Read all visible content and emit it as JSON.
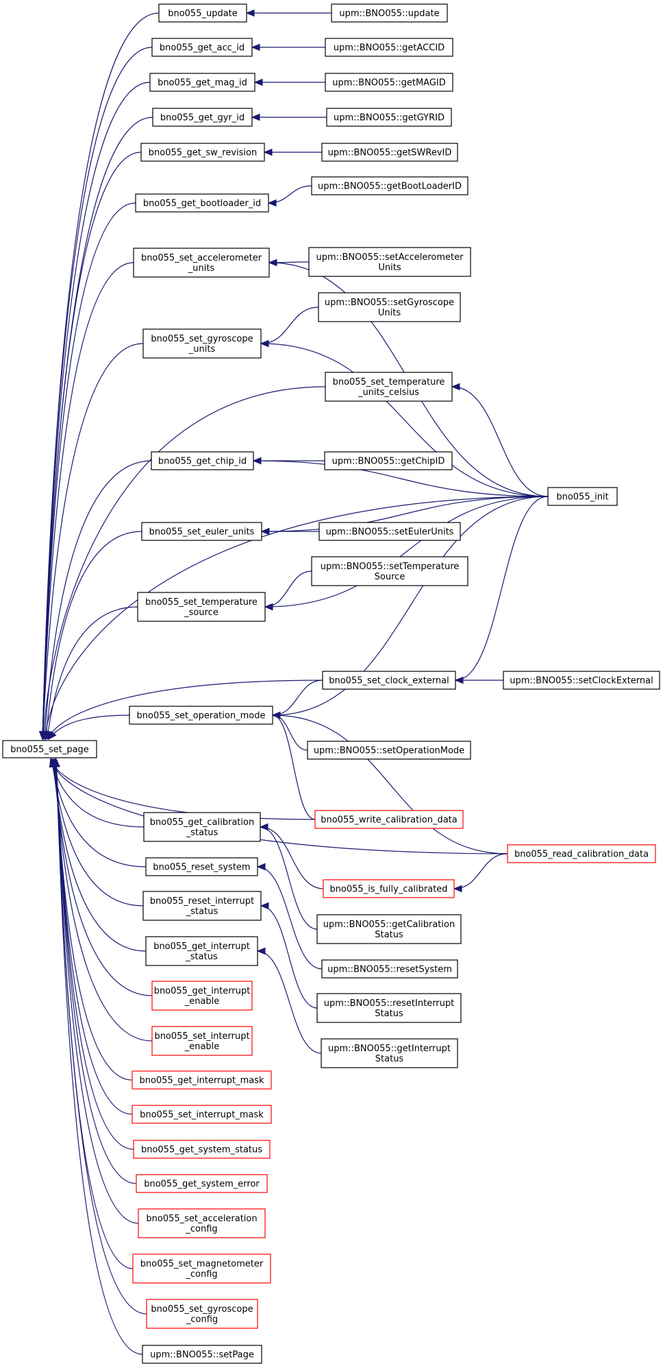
{
  "colors": {
    "edge": "#191970",
    "border_default": "#000000",
    "border_incomplete": "#ff0000",
    "root_fill": "#bfbfbf",
    "text": "#000000"
  },
  "nodes": [
    {
      "id": "set_page",
      "lines": [
        "bno055_set_page"
      ],
      "style": "root"
    },
    {
      "id": "update",
      "lines": [
        "bno055_update"
      ],
      "style": "default"
    },
    {
      "id": "upm_update",
      "lines": [
        "upm::BNO055::update"
      ],
      "style": "default"
    },
    {
      "id": "get_acc_id",
      "lines": [
        "bno055_get_acc_id"
      ],
      "style": "default"
    },
    {
      "id": "upm_getACCID",
      "lines": [
        "upm::BNO055::getACCID"
      ],
      "style": "default"
    },
    {
      "id": "get_mag_id",
      "lines": [
        "bno055_get_mag_id"
      ],
      "style": "default"
    },
    {
      "id": "upm_getMAGID",
      "lines": [
        "upm::BNO055::getMAGID"
      ],
      "style": "default"
    },
    {
      "id": "get_gyr_id",
      "lines": [
        "bno055_get_gyr_id"
      ],
      "style": "default"
    },
    {
      "id": "upm_getGYRID",
      "lines": [
        "upm::BNO055::getGYRID"
      ],
      "style": "default"
    },
    {
      "id": "get_sw_revision",
      "lines": [
        "bno055_get_sw_revision"
      ],
      "style": "default"
    },
    {
      "id": "upm_getSWRevID",
      "lines": [
        "upm::BNO055::getSWRevID"
      ],
      "style": "default"
    },
    {
      "id": "get_bootloader_id",
      "lines": [
        "bno055_get_bootloader_id"
      ],
      "style": "default"
    },
    {
      "id": "upm_getBootLoaderID",
      "lines": [
        "upm::BNO055::getBootLoaderID"
      ],
      "style": "default"
    },
    {
      "id": "set_acc_units",
      "lines": [
        "bno055_set_accelerometer",
        "_units"
      ],
      "style": "default"
    },
    {
      "id": "upm_setAccUnits",
      "lines": [
        "upm::BNO055::setAccelerometer",
        "Units"
      ],
      "style": "default"
    },
    {
      "id": "upm_setGyroUnits",
      "lines": [
        "upm::BNO055::setGyroscope",
        "Units"
      ],
      "style": "default"
    },
    {
      "id": "set_gyro_units",
      "lines": [
        "bno055_set_gyroscope",
        "_units"
      ],
      "style": "default"
    },
    {
      "id": "set_temp_celsius",
      "lines": [
        "bno055_set_temperature",
        "_units_celsius"
      ],
      "style": "default"
    },
    {
      "id": "get_chip_id",
      "lines": [
        "bno055_get_chip_id"
      ],
      "style": "default"
    },
    {
      "id": "upm_getChipID",
      "lines": [
        "upm::BNO055::getChipID"
      ],
      "style": "default"
    },
    {
      "id": "init",
      "lines": [
        "bno055_init"
      ],
      "style": "default"
    },
    {
      "id": "set_euler_units",
      "lines": [
        "bno055_set_euler_units"
      ],
      "style": "default"
    },
    {
      "id": "upm_setEulerUnits",
      "lines": [
        "upm::BNO055::setEulerUnits"
      ],
      "style": "default"
    },
    {
      "id": "upm_setTempSource",
      "lines": [
        "upm::BNO055::setTemperature",
        "Source"
      ],
      "style": "default"
    },
    {
      "id": "set_temp_source",
      "lines": [
        "bno055_set_temperature",
        "_source"
      ],
      "style": "default"
    },
    {
      "id": "set_clock_external",
      "lines": [
        "bno055_set_clock_external"
      ],
      "style": "default"
    },
    {
      "id": "upm_setClockExternal",
      "lines": [
        "upm::BNO055::setClockExternal"
      ],
      "style": "default"
    },
    {
      "id": "set_operation_mode",
      "lines": [
        "bno055_set_operation_mode"
      ],
      "style": "default"
    },
    {
      "id": "upm_setOperationMode",
      "lines": [
        "upm::BNO055::setOperationMode"
      ],
      "style": "default"
    },
    {
      "id": "write_calib",
      "lines": [
        "bno055_write_calibration_data"
      ],
      "style": "incomplete"
    },
    {
      "id": "read_calib",
      "lines": [
        "bno055_read_calibration_data"
      ],
      "style": "incomplete"
    },
    {
      "id": "get_calib_status",
      "lines": [
        "bno055_get_calibration",
        "_status"
      ],
      "style": "default"
    },
    {
      "id": "is_fully_calib",
      "lines": [
        "bno055_is_fully_calibrated"
      ],
      "style": "incomplete"
    },
    {
      "id": "reset_system",
      "lines": [
        "bno055_reset_system"
      ],
      "style": "default"
    },
    {
      "id": "upm_getCalibStatus",
      "lines": [
        "upm::BNO055::getCalibration",
        "Status"
      ],
      "style": "default"
    },
    {
      "id": "reset_int_status",
      "lines": [
        "bno055_reset_interrupt",
        "_status"
      ],
      "style": "default"
    },
    {
      "id": "upm_resetSystem",
      "lines": [
        "upm::BNO055::resetSystem"
      ],
      "style": "default"
    },
    {
      "id": "get_int_status",
      "lines": [
        "bno055_get_interrupt",
        "_status"
      ],
      "style": "default"
    },
    {
      "id": "upm_resetIntStatus",
      "lines": [
        "upm::BNO055::resetInterrupt",
        "Status"
      ],
      "style": "default"
    },
    {
      "id": "get_int_enable",
      "lines": [
        "bno055_get_interrupt",
        "_enable"
      ],
      "style": "incomplete"
    },
    {
      "id": "upm_getIntStatus",
      "lines": [
        "upm::BNO055::getInterrupt",
        "Status"
      ],
      "style": "default"
    },
    {
      "id": "set_int_enable",
      "lines": [
        "bno055_set_interrupt",
        "_enable"
      ],
      "style": "incomplete"
    },
    {
      "id": "get_int_mask",
      "lines": [
        "bno055_get_interrupt_mask"
      ],
      "style": "incomplete"
    },
    {
      "id": "set_int_mask",
      "lines": [
        "bno055_set_interrupt_mask"
      ],
      "style": "incomplete"
    },
    {
      "id": "get_sys_status",
      "lines": [
        "bno055_get_system_status"
      ],
      "style": "incomplete"
    },
    {
      "id": "get_sys_error",
      "lines": [
        "bno055_get_system_error"
      ],
      "style": "incomplete"
    },
    {
      "id": "set_accel_config",
      "lines": [
        "bno055_set_acceleration",
        "_config"
      ],
      "style": "incomplete"
    },
    {
      "id": "set_mag_config",
      "lines": [
        "bno055_set_magnetometer",
        "_config"
      ],
      "style": "incomplete"
    },
    {
      "id": "set_gyro_config",
      "lines": [
        "bno055_set_gyroscope",
        "_config"
      ],
      "style": "incomplete"
    },
    {
      "id": "upm_setPage",
      "lines": [
        "upm::BNO055::setPage"
      ],
      "style": "default"
    }
  ],
  "edges": [
    {
      "from": "update",
      "to": "set_page"
    },
    {
      "from": "get_acc_id",
      "to": "set_page"
    },
    {
      "from": "get_mag_id",
      "to": "set_page"
    },
    {
      "from": "get_gyr_id",
      "to": "set_page"
    },
    {
      "from": "get_sw_revision",
      "to": "set_page"
    },
    {
      "from": "get_bootloader_id",
      "to": "set_page"
    },
    {
      "from": "set_acc_units",
      "to": "set_page"
    },
    {
      "from": "set_gyro_units",
      "to": "set_page"
    },
    {
      "from": "set_temp_celsius",
      "to": "set_page"
    },
    {
      "from": "get_chip_id",
      "to": "set_page"
    },
    {
      "from": "set_euler_units",
      "to": "set_page"
    },
    {
      "from": "set_temp_source",
      "to": "set_page"
    },
    {
      "from": "init",
      "to": "set_page"
    },
    {
      "from": "set_clock_external",
      "to": "set_page"
    },
    {
      "from": "set_operation_mode",
      "to": "set_page"
    },
    {
      "from": "write_calib",
      "to": "set_page"
    },
    {
      "from": "read_calib",
      "to": "set_page"
    },
    {
      "from": "get_calib_status",
      "to": "set_page"
    },
    {
      "from": "reset_system",
      "to": "set_page"
    },
    {
      "from": "reset_int_status",
      "to": "set_page"
    },
    {
      "from": "get_int_status",
      "to": "set_page"
    },
    {
      "from": "get_int_enable",
      "to": "set_page"
    },
    {
      "from": "set_int_enable",
      "to": "set_page"
    },
    {
      "from": "get_int_mask",
      "to": "set_page"
    },
    {
      "from": "set_int_mask",
      "to": "set_page"
    },
    {
      "from": "get_sys_status",
      "to": "set_page"
    },
    {
      "from": "get_sys_error",
      "to": "set_page"
    },
    {
      "from": "set_accel_config",
      "to": "set_page"
    },
    {
      "from": "set_mag_config",
      "to": "set_page"
    },
    {
      "from": "set_gyro_config",
      "to": "set_page"
    },
    {
      "from": "upm_setPage",
      "to": "set_page"
    },
    {
      "from": "upm_update",
      "to": "update"
    },
    {
      "from": "upm_getACCID",
      "to": "get_acc_id"
    },
    {
      "from": "upm_getMAGID",
      "to": "get_mag_id"
    },
    {
      "from": "upm_getGYRID",
      "to": "get_gyr_id"
    },
    {
      "from": "upm_getSWRevID",
      "to": "get_sw_revision"
    },
    {
      "from": "upm_getBootLoaderID",
      "to": "get_bootloader_id"
    },
    {
      "from": "upm_setAccUnits",
      "to": "set_acc_units"
    },
    {
      "from": "init",
      "to": "set_acc_units"
    },
    {
      "from": "upm_setGyroUnits",
      "to": "set_gyro_units"
    },
    {
      "from": "init",
      "to": "set_gyro_units"
    },
    {
      "from": "init",
      "to": "set_temp_celsius"
    },
    {
      "from": "init",
      "to": "get_chip_id"
    },
    {
      "from": "upm_getChipID",
      "to": "get_chip_id"
    },
    {
      "from": "init",
      "to": "set_euler_units"
    },
    {
      "from": "upm_setEulerUnits",
      "to": "set_euler_units"
    },
    {
      "from": "upm_setTempSource",
      "to": "set_temp_source"
    },
    {
      "from": "init",
      "to": "set_temp_source"
    },
    {
      "from": "init",
      "to": "set_clock_external"
    },
    {
      "from": "upm_setClockExternal",
      "to": "set_clock_external"
    },
    {
      "from": "set_clock_external",
      "to": "set_operation_mode"
    },
    {
      "from": "init",
      "to": "set_operation_mode"
    },
    {
      "from": "upm_setOperationMode",
      "to": "set_operation_mode"
    },
    {
      "from": "write_calib",
      "to": "set_operation_mode"
    },
    {
      "from": "read_calib",
      "to": "set_operation_mode"
    },
    {
      "from": "is_fully_calib",
      "to": "get_calib_status"
    },
    {
      "from": "upm_getCalibStatus",
      "to": "get_calib_status"
    },
    {
      "from": "read_calib",
      "to": "is_fully_calib"
    },
    {
      "from": "upm_resetSystem",
      "to": "reset_system"
    },
    {
      "from": "upm_resetIntStatus",
      "to": "reset_int_status"
    },
    {
      "from": "upm_getIntStatus",
      "to": "get_int_status"
    }
  ]
}
